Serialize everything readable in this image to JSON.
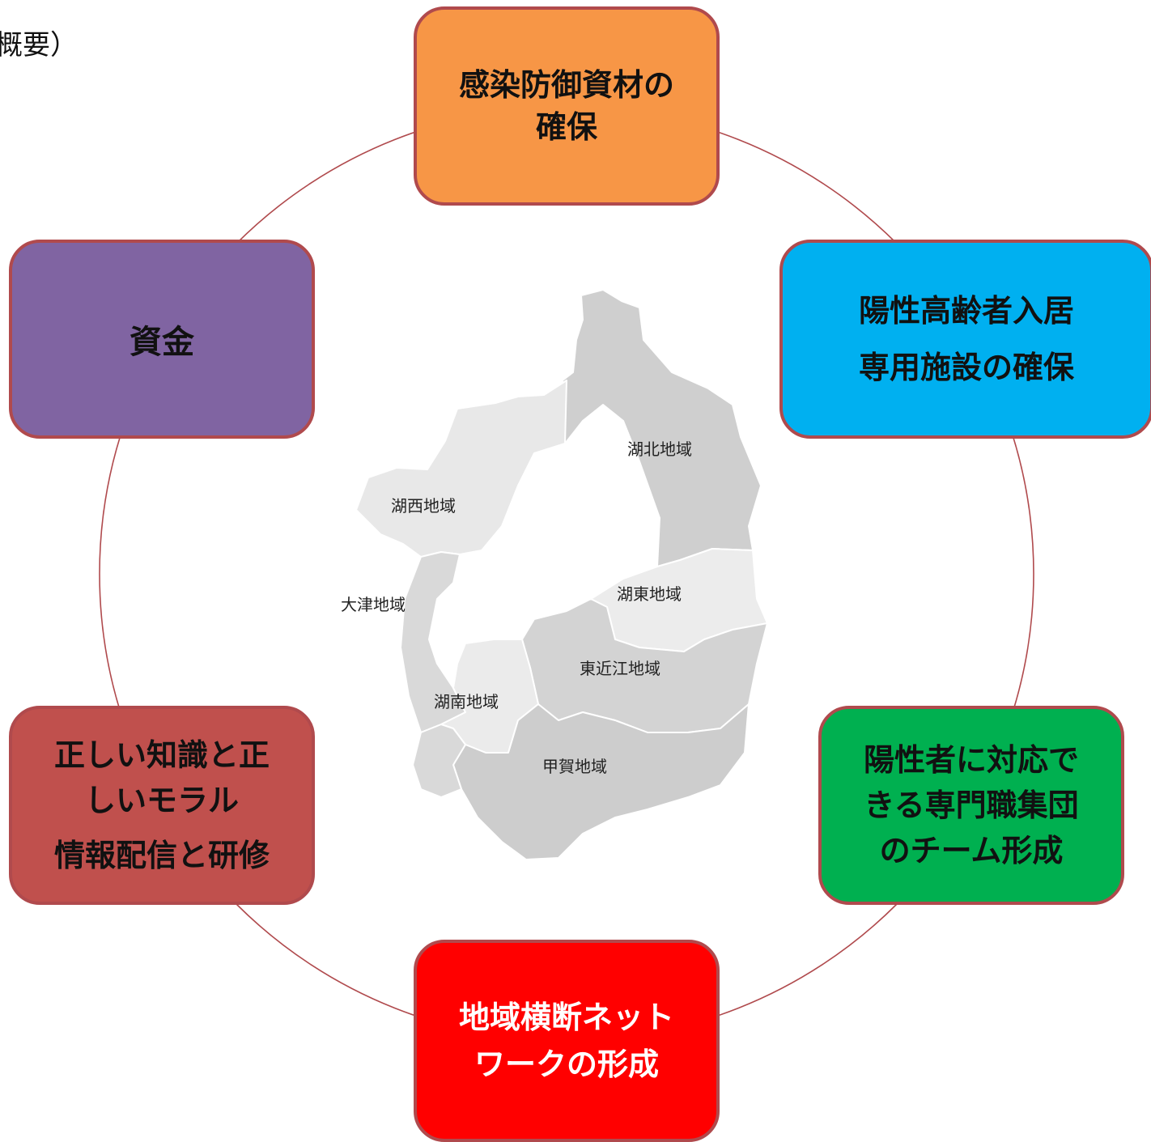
{
  "title_fragment": "概要）",
  "nodes": {
    "top": {
      "lines": [
        "感染防御資材の",
        "確保"
      ],
      "color": "#f79646"
    },
    "right_top": {
      "lines": [
        "陽性高齢者入居",
        "専用施設の確保"
      ],
      "color": "#00b0f0"
    },
    "right_bottom": {
      "lines": [
        "陽性者に対応で",
        "きる専門職集団",
        "のチーム形成"
      ],
      "color": "#00b050"
    },
    "bottom": {
      "lines": [
        "地域横断ネット",
        "ワークの形成"
      ],
      "color": "#ff0000"
    },
    "left_bottom": {
      "lines": [
        "正しい知識と正",
        "しいモラル",
        "情報配信と研修"
      ],
      "color": "#c0504d"
    },
    "left_top": {
      "lines": [
        "資金"
      ],
      "color": "#8064a2"
    }
  },
  "ring_color": "#b04a4d",
  "map": {
    "regions": [
      {
        "name": "湖北地域",
        "fill": "#cfcfcf"
      },
      {
        "name": "湖西地域",
        "fill": "#e8e8e8"
      },
      {
        "name": "湖東地域",
        "fill": "#ececec"
      },
      {
        "name": "大津地域",
        "fill": "#d9d9d9"
      },
      {
        "name": "東近江地域",
        "fill": "#d3d3d3"
      },
      {
        "name": "湖南地域",
        "fill": "#ebebeb"
      },
      {
        "name": "甲賀地域",
        "fill": "#cdcdcd"
      }
    ]
  }
}
